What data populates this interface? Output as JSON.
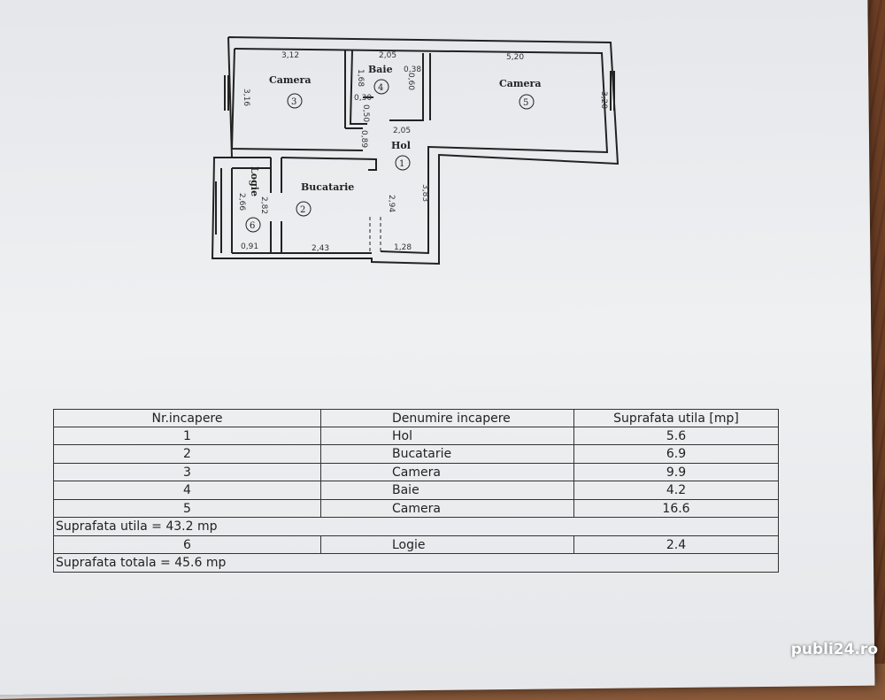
{
  "plan": {
    "rooms": [
      {
        "nr": "1",
        "name": "Hol"
      },
      {
        "nr": "2",
        "name": "Bucatarie"
      },
      {
        "nr": "3",
        "name": "Camera"
      },
      {
        "nr": "4",
        "name": "Baie"
      },
      {
        "nr": "5",
        "name": "Camera"
      },
      {
        "nr": "6",
        "name": "Logie"
      }
    ],
    "dims": [
      "3,12",
      "2,05",
      "0,38",
      "5,20",
      "3,16",
      "1,68",
      "0,60",
      "0,30",
      "0,50",
      "3,20",
      "2,05",
      "0,89",
      "2,82",
      "2,94",
      "3,83",
      "2,66",
      "0,91",
      "2,43",
      "1,28"
    ]
  },
  "table": {
    "headers": [
      "Nr.incapere",
      "Denumire incapere",
      "Suprafata utila [mp]"
    ],
    "rows": [
      [
        "1",
        "Hol",
        "5.6"
      ],
      [
        "2",
        "Bucatarie",
        "6.9"
      ],
      [
        "3",
        "Camera",
        "9.9"
      ],
      [
        "4",
        "Baie",
        "4.2"
      ],
      [
        "5",
        "Camera",
        "16.6"
      ]
    ],
    "subtotal": "Suprafata utila = 43.2 mp",
    "logie_row": [
      "6",
      "Logie",
      "2.4"
    ],
    "total": "Suprafata totala = 45.6 mp"
  },
  "watermark": "publi24.ro"
}
